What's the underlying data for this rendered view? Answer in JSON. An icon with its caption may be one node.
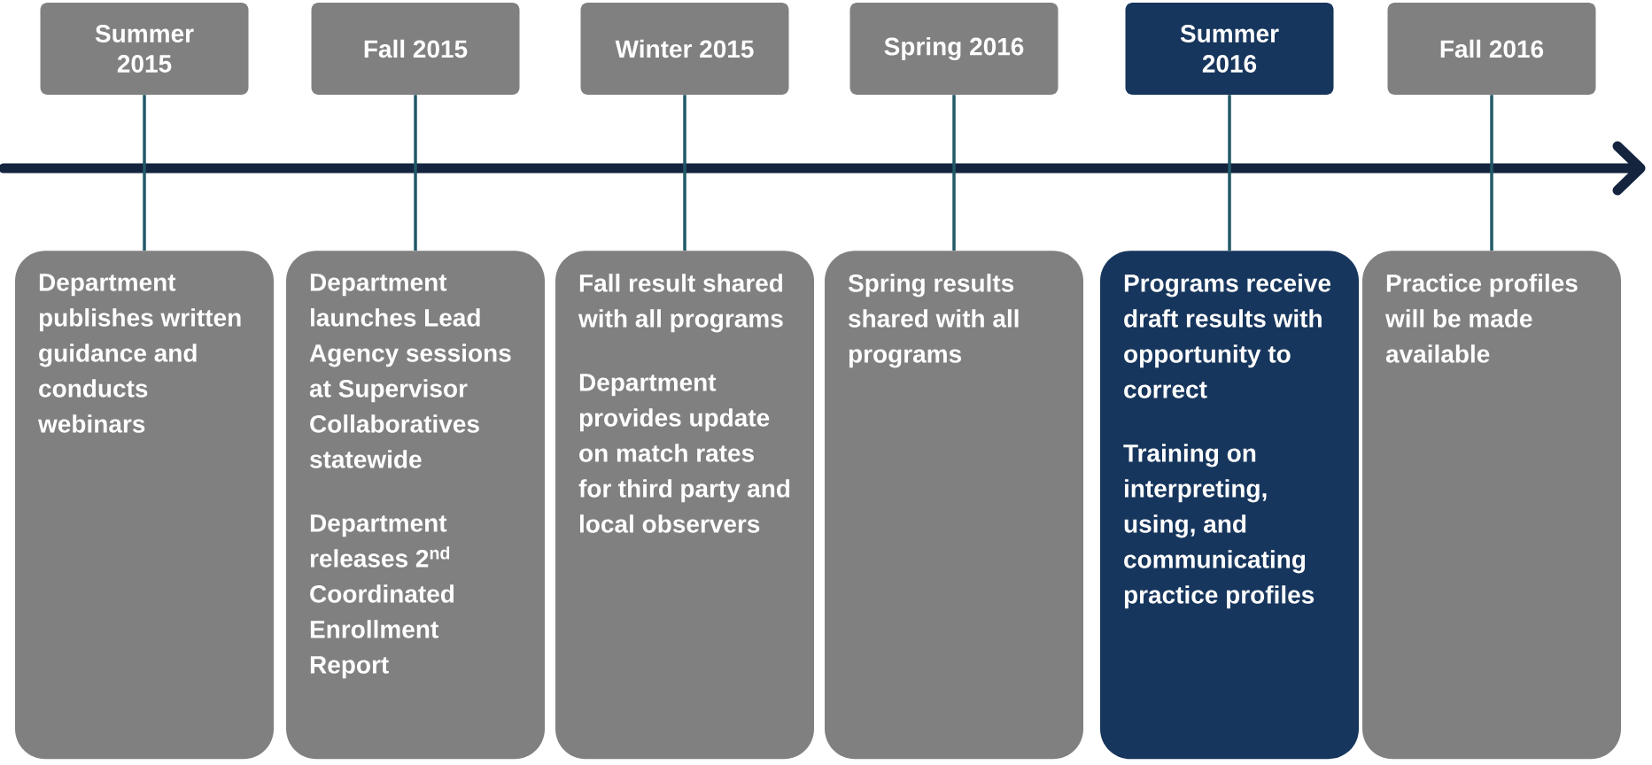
{
  "diagram": {
    "nodes": [
      {
        "text": [
          "Summer 2015"
        ]
      },
      {
        "text": [
          "Fall 2015"
        ]
      },
      {
        "text": [
          "Winter 2015"
        ]
      },
      {
        "text": [
          "Spring 2016"
        ]
      },
      {
        "text": [
          "Summer 2016"
        ]
      },
      {
        "text": [
          "Fall 2016"
        ]
      },
      {
        "text": [
          "Department publishes written guidance and conducts webinars"
        ]
      },
      {
        "text": [
          "Department launches Lead Agency sessions at Supervisor Collaboratives statewide",
          "Department releases 2$^{nd}$ Coordinated Enrollment Report"
        ]
      },
      {
        "text": [
          "Fall result shared with all programs",
          "Department provides update on match rates for third party and local observers"
        ]
      },
      {
        "text": [
          "Spring results shared with all programs"
        ]
      },
      {
        "text": [
          "Programs receive draft results with opportunity to correct",
          "Training on interpreting, using, and communicating practice profiles"
        ]
      },
      {
        "text": [
          "Practice profiles will be made available"
        ]
      }
    ],
    "edges": [
      {
        "from": 0,
        "to": 6,
        "arrow": "none"
      },
      {
        "from": 1,
        "to": 7,
        "arrow": "none"
      },
      {
        "from": 2,
        "to": 8,
        "arrow": "none"
      },
      {
        "from": 3,
        "to": 9,
        "arrow": "none"
      },
      {
        "from": 4,
        "to": 10,
        "arrow": "none"
      },
      {
        "from": 5,
        "to": 11,
        "arrow": "none"
      }
    ]
  }
}
